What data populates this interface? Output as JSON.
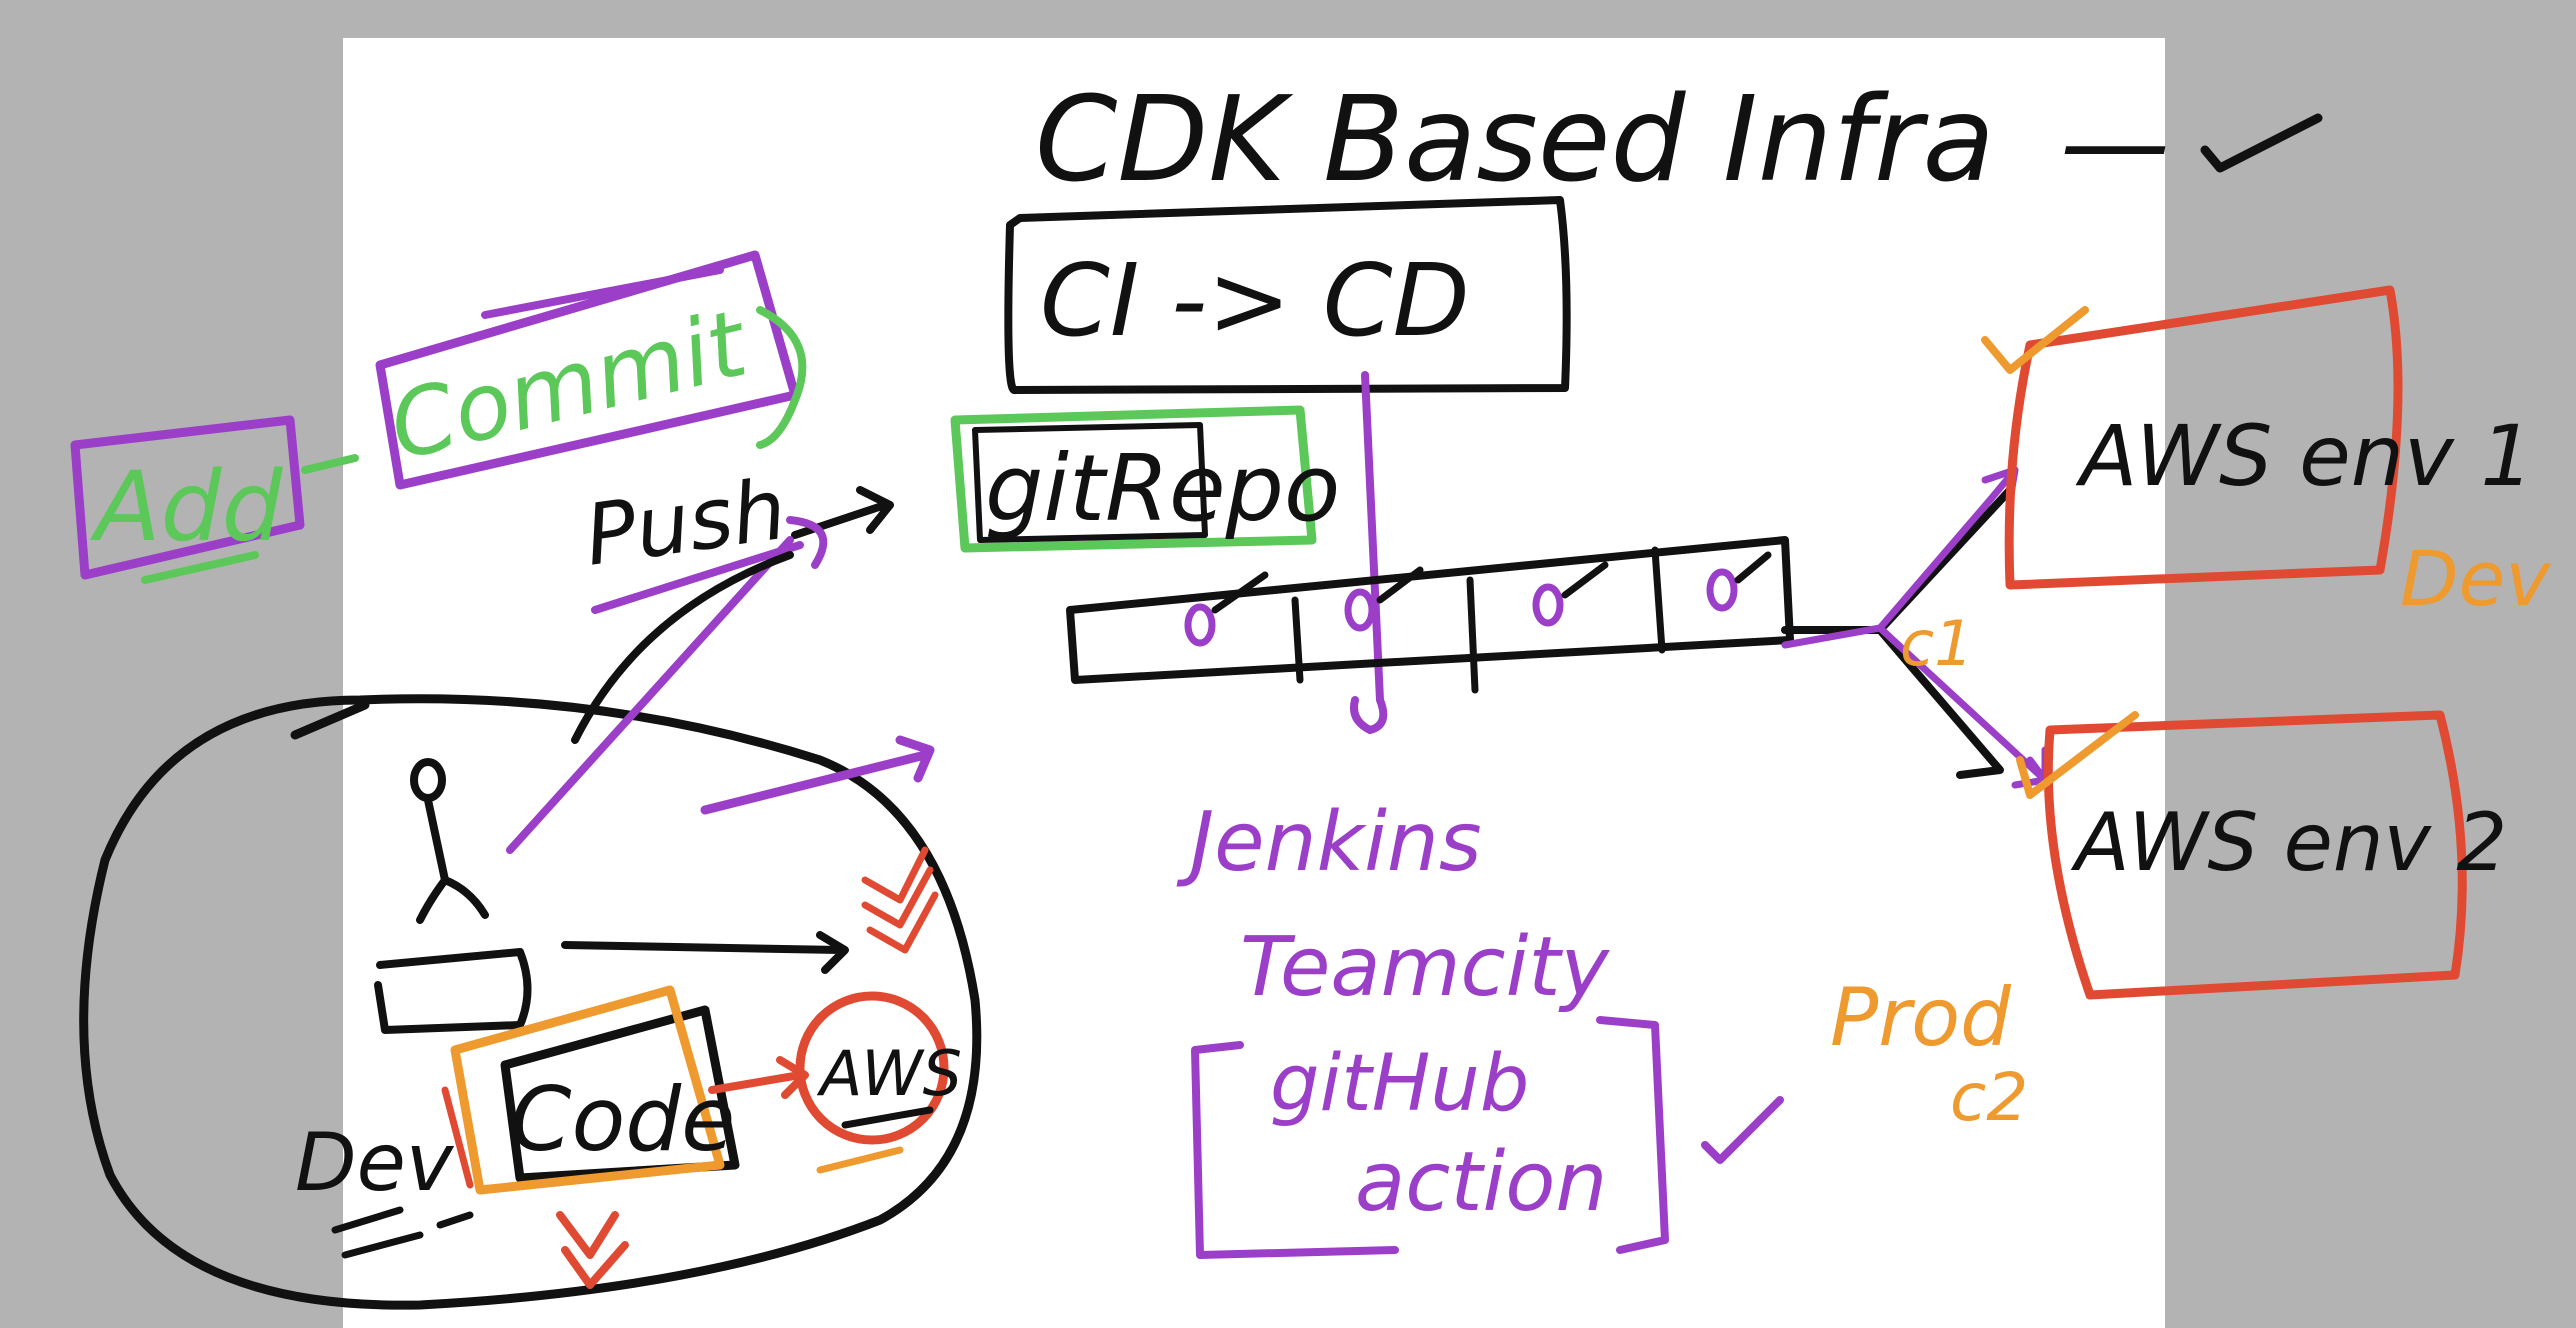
{
  "colors": {
    "background": "#b3b3b3",
    "canvas": "#ffffff",
    "black_ink": "#111111",
    "purple_ink": "#9b3fc9",
    "green_ink": "#5cc85a",
    "orange_ink": "#ee9a2e",
    "red_ink": "#e04a32"
  },
  "title": "CDK Based Infra",
  "title_suffix": "—",
  "pipeline": {
    "cicd": "CI -> CD",
    "repo": "gitRepo",
    "tools": [
      "Jenkins",
      "Teamcity",
      "gitHub",
      "action"
    ]
  },
  "workflow": {
    "add": "Add",
    "commit": "Commit",
    "push": "Push",
    "code": "Code",
    "aws": "AWS",
    "dev": "Dev"
  },
  "environments": {
    "env1": "AWS env 1",
    "env1_tag": "Dev",
    "env1_ci": "c1",
    "env2": "AWS env 2",
    "env2_tag": "Prod",
    "env2_ci": "c2"
  }
}
